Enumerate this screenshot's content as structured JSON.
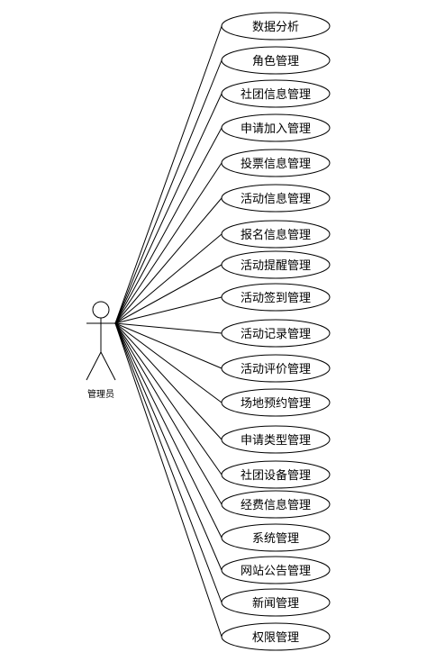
{
  "actor": {
    "name": "管理员"
  },
  "use_cases": [
    "数据分析",
    "角色管理",
    "社团信息管理",
    "申请加入管理",
    "投票信息管理",
    "活动信息管理",
    "报名信息管理",
    "活动提醒管理",
    "活动签到管理",
    "活动记录管理",
    "活动评价管理",
    "场地预约管理",
    "申请类型管理",
    "社团设备管理",
    "经费信息管理",
    "系统管理",
    "网站公告管理",
    "新闻管理",
    "权限管理"
  ]
}
